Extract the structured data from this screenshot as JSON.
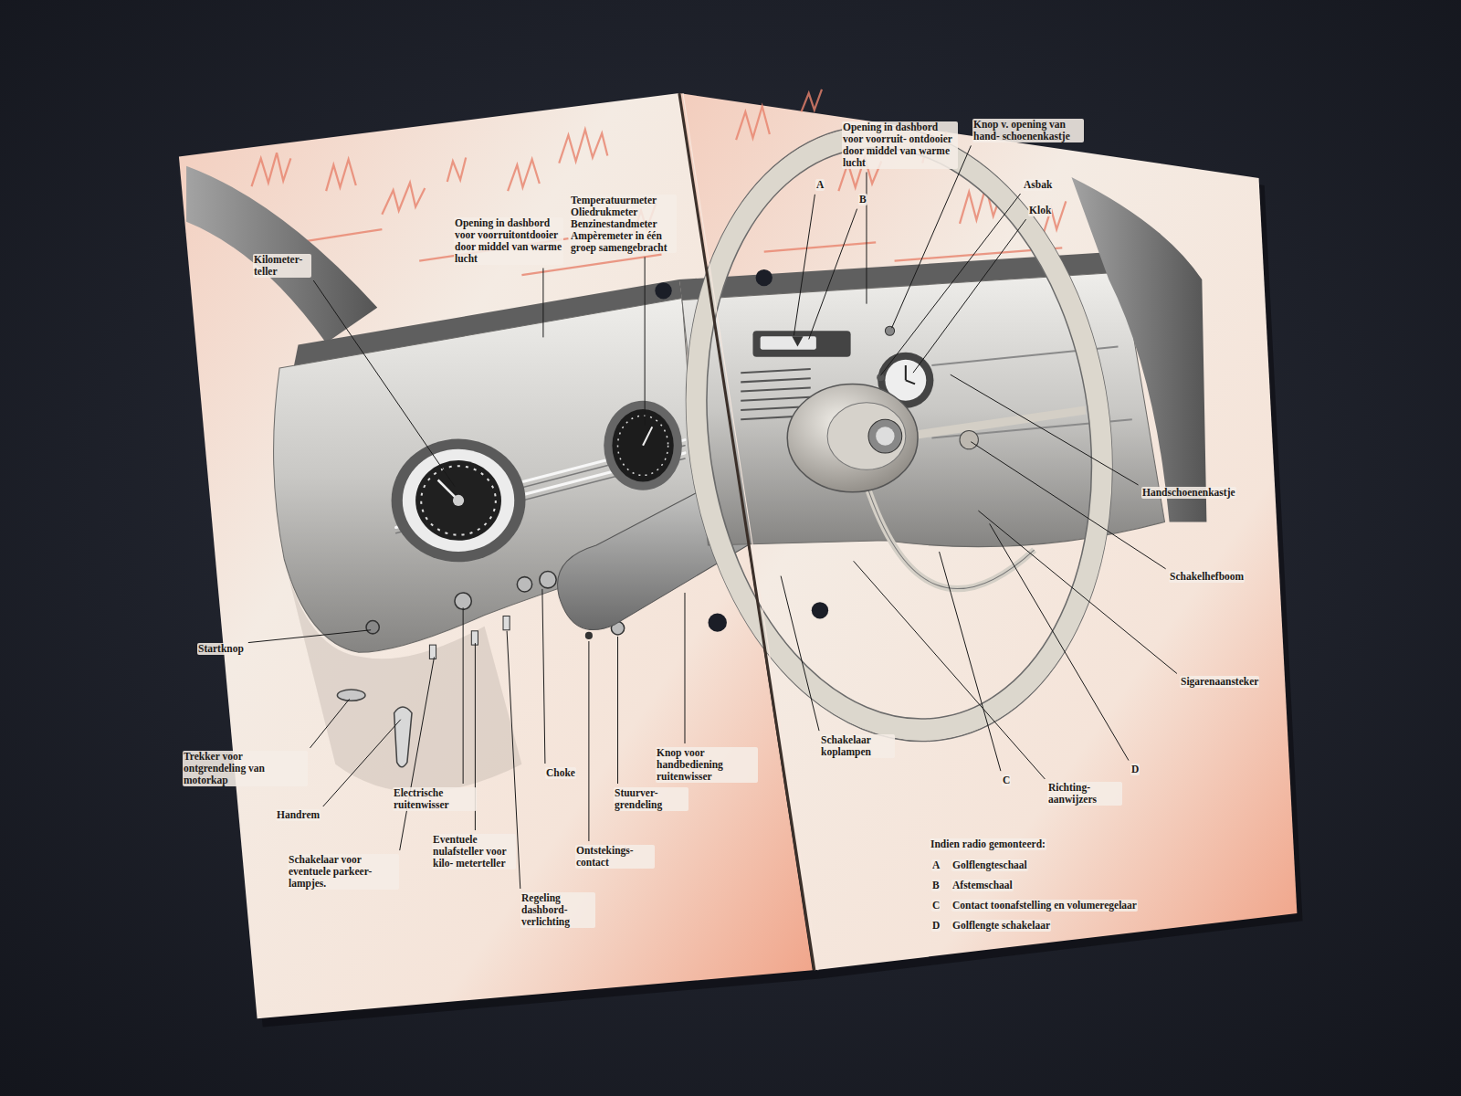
{
  "diagram": {
    "labels": [
      "Kilometer- teller",
      "Opening in dashbord voor voorruitontdooier door middel van warme lucht",
      "Temperatuurmeter Oliedrukmeter Benzinestandmeter Ampèremeter in één groep samengebracht",
      "Startknop",
      "Trekker voor ontgrendeling van motorkap",
      "Handrem",
      "Schakelaar voor eventuele parkeer- lampjes.",
      "Electrische ruitenwisser",
      "Eventuele nulafsteller voor kilo- meterteller",
      "Regeling dashbord- verlichting",
      "Choke",
      "Ontstekings- contact",
      "Stuurver- grendeling",
      "Knop voor handbediening ruitenwisser",
      "A",
      "B",
      "Opening in dashbord voor voorruit- ontdooier door middel van warme lucht",
      "Knop v. opening van hand- schoenenkastje",
      "Asbak",
      "Klok",
      "Handschoenenkastje",
      "Schakelhefboom",
      "Sigarenaansteker",
      "Schakelaar koplampen",
      "C",
      "Richting- aanwijzers",
      "D",
      "Indien radio gemonteerd:",
      "A",
      "Golflengteschaal",
      "B",
      "Afstemschaal",
      "C",
      "Contact toonafstelling en volumeregelaar",
      "D",
      "Golflengte schakelaar"
    ]
  }
}
